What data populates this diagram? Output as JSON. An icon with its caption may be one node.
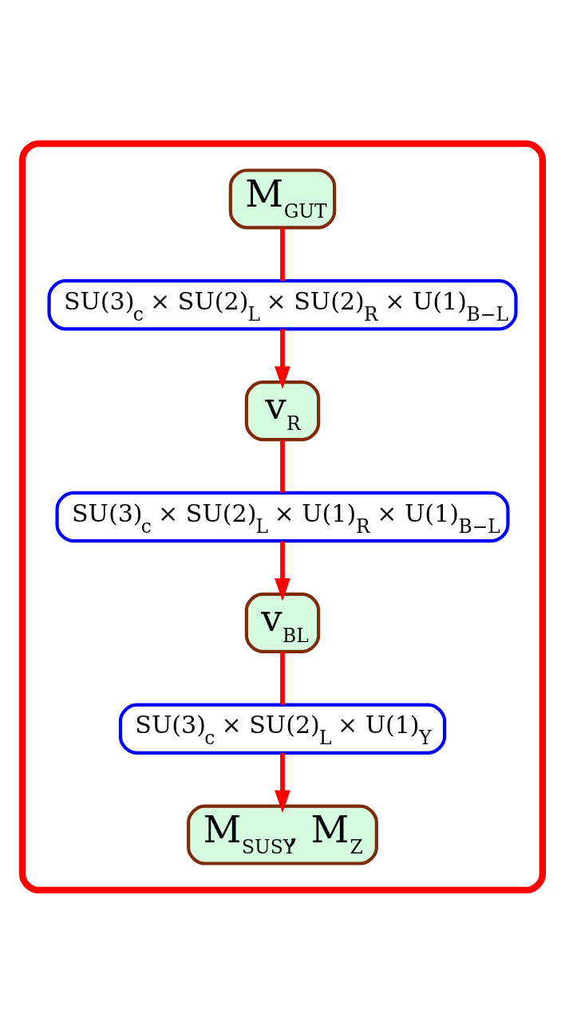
{
  "diagram": {
    "nodes": [
      {
        "text": [],
        "shape": "box"
      },
      {
        "text": [
          "M$_{GUT}$"
        ],
        "in": 0
      },
      {
        "text": [
          "SU(3)$_{c}$ × SU(2)$_{L}$ × SU(2)$_{R}$ × U(1)$_{B−L}$"
        ],
        "in": 0
      },
      {
        "text": [
          "v$_{R}$"
        ],
        "in": 0
      },
      {
        "text": [
          "SU(3)$_{c}$ × SU(2)$_{L}$ × U(1)$_{R}$ × U(1)$_{B−L}$"
        ],
        "in": 0
      },
      {
        "text": [
          "v$_{BL}$"
        ],
        "in": 0
      },
      {
        "text": [
          "SU(3)$_{c}$ × SU(2)$_{L}$ × U(1)$_{Y}$"
        ],
        "in": 0
      },
      {
        "text": [
          "M$_{SUSY}$, M$_{Z}$"
        ],
        "in": 0
      }
    ],
    "edges": [
      {
        "from": 1,
        "to": 2,
        "arrow": "none"
      },
      {
        "from": 2,
        "to": 3,
        "arrow": "to"
      },
      {
        "from": 3,
        "to": 4,
        "arrow": "none"
      },
      {
        "from": 4,
        "to": 5,
        "arrow": "to"
      },
      {
        "from": 5,
        "to": 6,
        "arrow": "none"
      },
      {
        "from": 6,
        "to": 7,
        "arrow": "to"
      }
    ]
  }
}
